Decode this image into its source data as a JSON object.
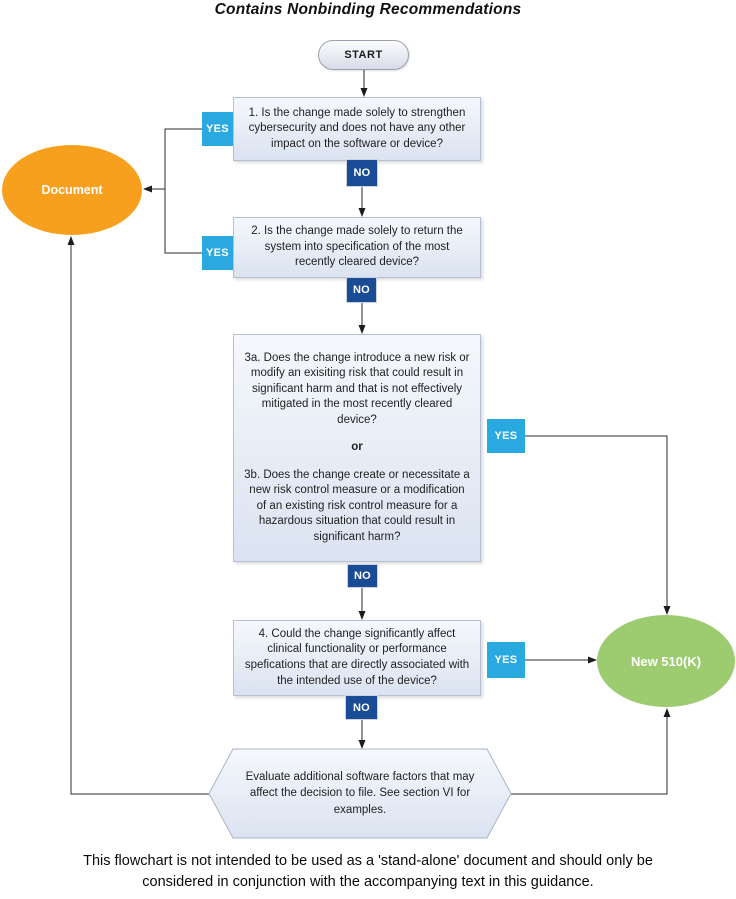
{
  "title": "Contains Nonbinding Recommendations",
  "labels": {
    "yes": "YES",
    "no": "NO"
  },
  "nodes": {
    "start": "START",
    "q1": "1. Is the change made solely to strengthen cybersecurity and does not have any other impact on the software or device?",
    "q2": "2. Is the change made solely to return the system into specification of the most recently cleared device?",
    "q3a": "3a. Does the change introduce a new risk or modify an exisiting risk that could result in significant harm and that is not effectively mitigated in the most recently cleared device?",
    "q3_or": "or",
    "q3b": "3b. Does the change create or necessitate a new risk control measure or a modification of an existing risk control measure for a hazardous situation that could result in significant harm?",
    "q4": "4. Could the change significantly affect clinical functionality or performance spefications that are directly associated with the intended use of the device?",
    "hexagon": "Evaluate additional software factors that may affect the decision to file. See section VI for examples.",
    "document": "Document",
    "new510k": "New 510(K)"
  },
  "colors": {
    "yes": "#29a9e0",
    "no": "#1a4c96",
    "document": "#f6a01e",
    "new510k": "#9ccb70",
    "box_gradient_top": "#f5f8fc",
    "box_gradient_bottom": "#dbe3f1",
    "arrow": "#2b2b2b"
  },
  "footer": "This flowchart is not intended to be used as a 'stand-alone' document and should only be considered in conjunction with the accompanying text in this guidance."
}
